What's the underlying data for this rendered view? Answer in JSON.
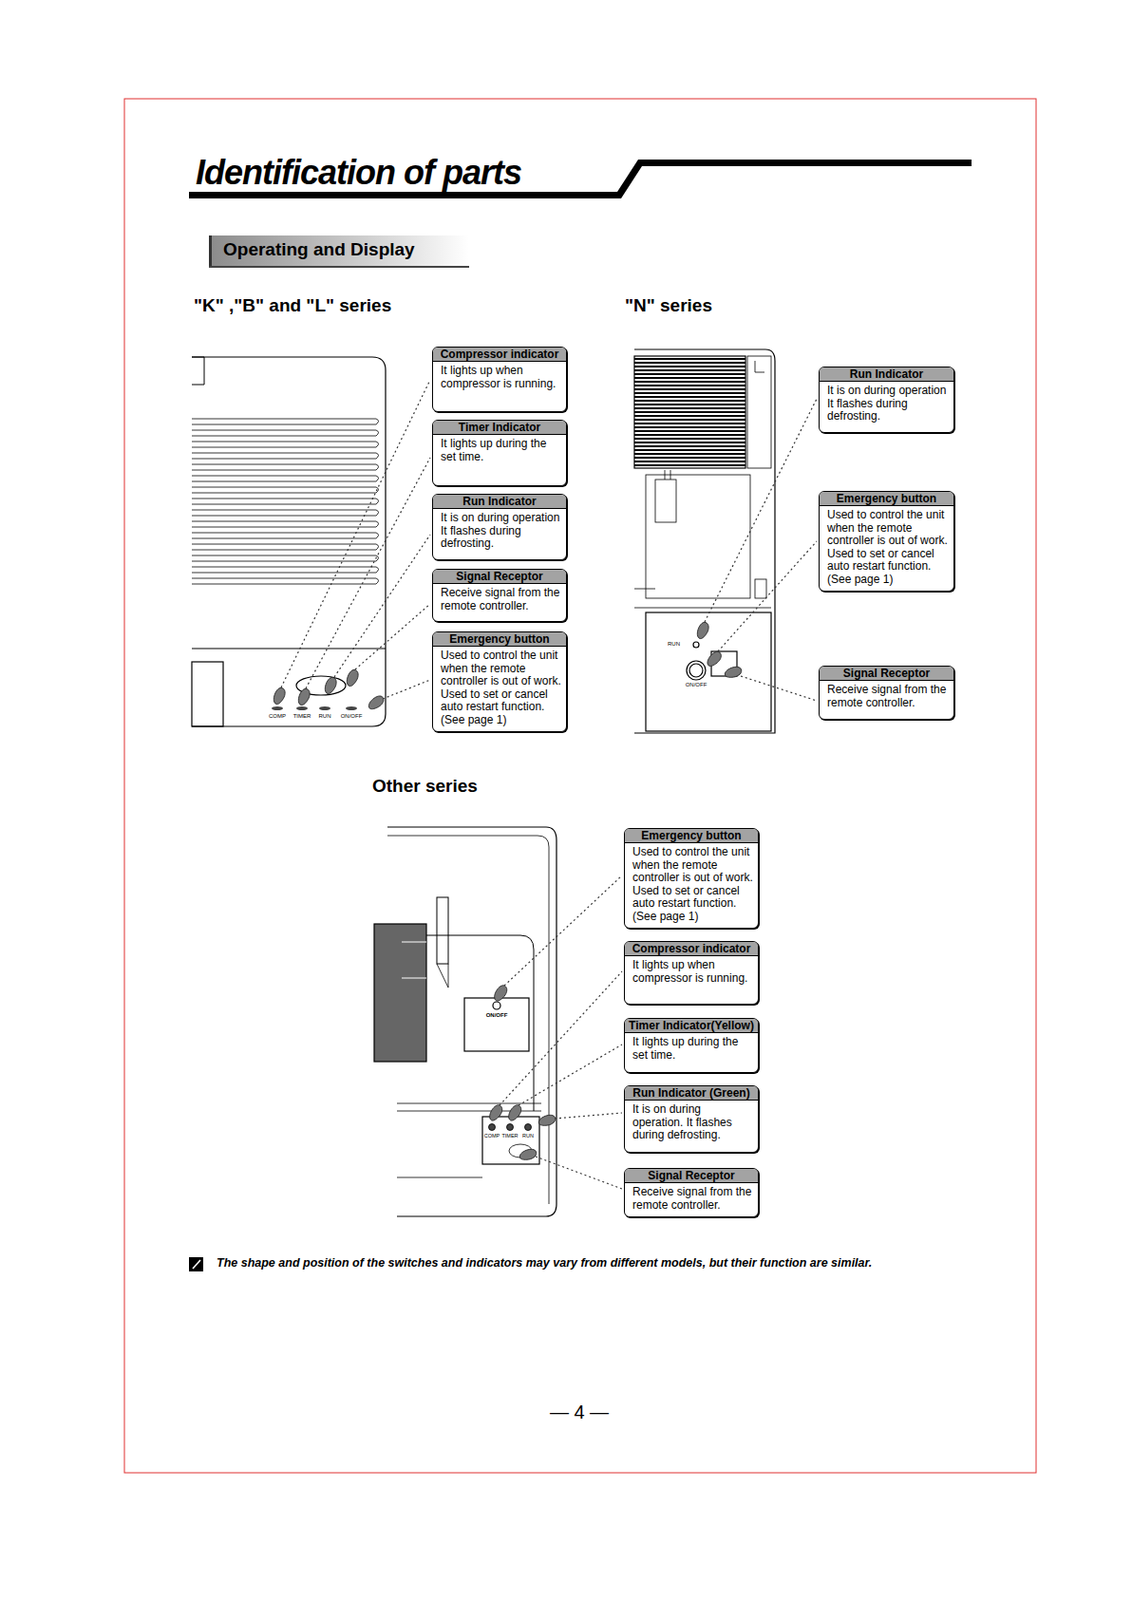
{
  "diagram": {
    "title": "Identification of parts",
    "nodes": [
      {
        "text": [
          "Operating and Display"
        ]
      },
      {
        "text": [
          "Compressor indicator",
          "It lights up when compressor is running."
        ]
      },
      {
        "text": [
          "Timer Indicator",
          "It lights up during the set time."
        ]
      },
      {
        "text": [
          "Run Indicator",
          "It is on during operation It flashes during defrosting."
        ]
      },
      {
        "text": [
          "Signal Receptor",
          "Receive signal from the remote controller."
        ]
      },
      {
        "text": [
          "Emergency button",
          "Used to control the unit when the remote controller is out of work. Used to set or cancel auto restart function. (See page 1)"
        ]
      },
      {
        "text": [
          "Run Indicator",
          "It is on during operation It flashes during defrosting."
        ]
      },
      {
        "text": [
          "Emergency button",
          "Used to control the unit when the remote controller is out of work. Used to set or cancel auto restart function. (See page 1)"
        ]
      },
      {
        "text": [
          "Signal Receptor",
          "Receive signal from the remote controller."
        ]
      },
      {
        "text": [
          "Emergency button",
          "Used to control the unit when the remote controller is out of work. Used to set or cancel auto restart function. (See page 1)"
        ]
      },
      {
        "text": [
          "Compressor indicator",
          "It lights up when compressor is running."
        ]
      },
      {
        "text": [
          "Timer Indicator(Yellow)",
          "It lights up during the set time."
        ]
      },
      {
        "text": [
          "Run Indicator (Green)",
          "It is on during operation. It flashes during defrosting."
        ]
      },
      {
        "text": [
          "Signal Receptor",
          "Receive signal from the remote controller."
        ]
      }
    ],
    "labels": [
      "\"K\" ,\"B\" and \"L\" series",
      "\"N\" series",
      "Other series",
      "COMP",
      "TIMER",
      "RUN",
      "ON/OFF",
      "RUN",
      "ON/OFF",
      "ON/OFF",
      "COMP",
      "TIMER",
      "RUN",
      "The shape and position of the switches and indicators may vary from different models, but their function are similar.",
      "— 4 —"
    ]
  }
}
